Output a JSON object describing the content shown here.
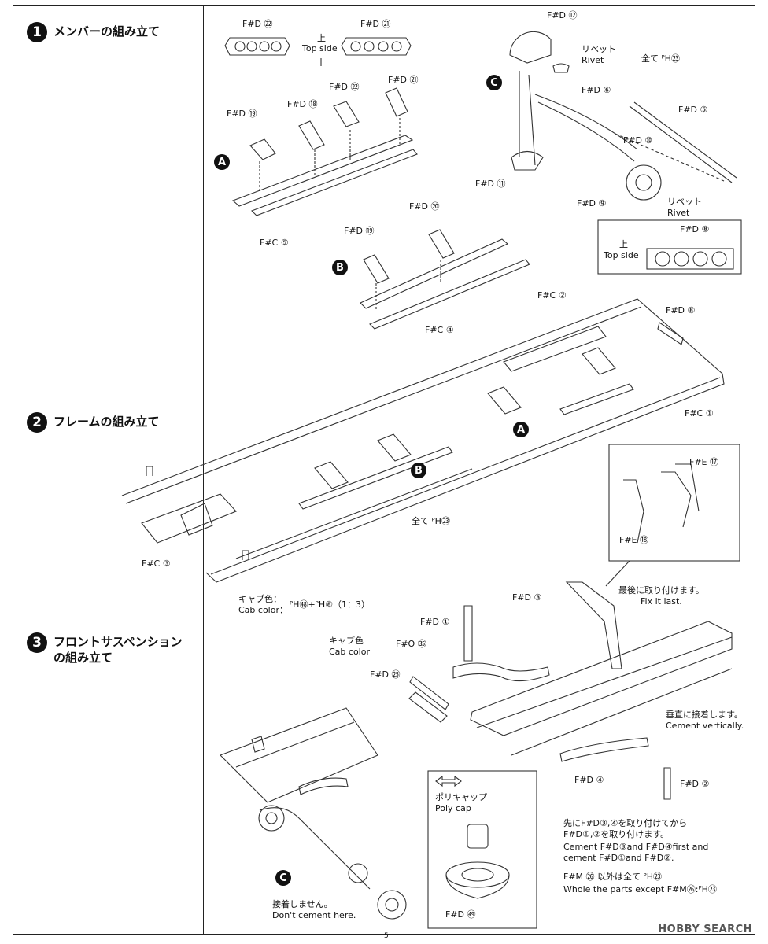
{
  "steps": [
    {
      "num": "1",
      "title": "メンバーの組み立て"
    },
    {
      "num": "2",
      "title": "フレームの組み立て"
    },
    {
      "num": "3",
      "title": "フロントサスペンション\nの組み立て"
    }
  ],
  "markers": {
    "A": "A",
    "B": "B",
    "C": "C"
  },
  "labels": {
    "fd22_top": "F#D ㉒",
    "fd21_top": "F#D ㉑",
    "top_side_jp": "上",
    "top_side_en": "Top side",
    "fd19_a": "F#D ⑲",
    "fd18": "F#D ⑱",
    "fd22": "F#D ㉒",
    "fd21": "F#D ㉑",
    "fc5": "F#C ⑤",
    "fd20": "F#D ⑳",
    "fd19_b": "F#D ⑲",
    "fc4": "F#C ④",
    "fd12": "F#D ⑫",
    "rivet_jp": "リベット",
    "rivet_en": "Rivet",
    "all_ph23": "全て ᴾH㉓",
    "fd6": "F#D ⑥",
    "fd5": "F#D ⑤",
    "fd10": "F#D ⑩",
    "fd11": "F#D ⑪",
    "fd9": "F#D ⑨",
    "rivet2_jp": "リベット",
    "rivet2_en": "Rivet",
    "fd8_box": "F#D ⑧",
    "top_side2_jp": "上",
    "top_side2_en": "Top side",
    "fd8": "F#D ⑧",
    "fc2": "F#C ②",
    "fc1": "F#C ①",
    "fc3": "F#C ③",
    "all_ph23_b": "全て ᴾH㉓",
    "fe17": "F#E ⑰",
    "fe18": "F#E ⑱",
    "fix_last_jp": "最後に取り付けます。",
    "fix_last_en": "Fix it last.",
    "cab_color_line1": "キャブ色：",
    "cab_color_line2": "Cab color：",
    "cab_color_value": "ᴾH㊽+ᴾH⑧（1：3）",
    "fd3": "F#D ③",
    "fd1": "F#D ①",
    "cab_color2_jp": "キャブ色",
    "cab_color2_en": "Cab color",
    "fo35": "F#O ㉟",
    "fd25": "F#D ㉕",
    "cement_v_jp": "垂直に接着します。",
    "cement_v_en": "Cement vertically.",
    "fd4": "F#D ④",
    "fd2": "F#D ②",
    "poly_jp": "ポリキャップ",
    "poly_en": "Poly cap",
    "fd49": "F#D ㊾",
    "note_jp1": "先にF#D③,④を取り付けてから",
    "note_jp2": "F#D①,②を取り付けます。",
    "note_en1": "Cement F#D③and F#D④first and",
    "note_en2": "cement F#D①and F#D②.",
    "except_jp": "F#M ㉖ 以外は全て ᴾH㉓",
    "except_en": "Whole the parts except F#M㉖:ᴾH㉓",
    "no_cement_jp": "接着しません。",
    "no_cement_en": "Don't cement here."
  },
  "page_number": "5",
  "watermark": "HOBBY SEARCH"
}
